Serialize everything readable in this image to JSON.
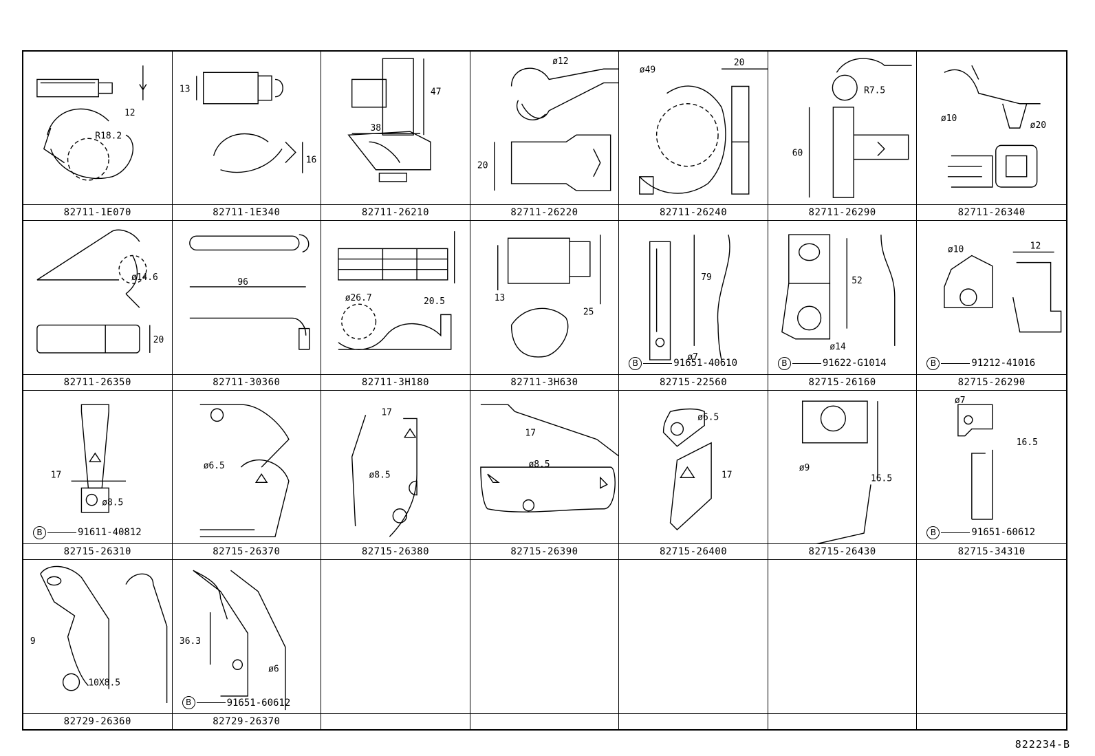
{
  "cells": [
    {
      "part": "82711-1E070",
      "dims": [
        "12",
        "R18.2"
      ]
    },
    {
      "part": "82711-1E340",
      "dims": [
        "13",
        "16"
      ]
    },
    {
      "part": "82711-26210",
      "dims": [
        "47",
        "38"
      ]
    },
    {
      "part": "82711-26220",
      "dims": [
        "ø12",
        "20"
      ]
    },
    {
      "part": "82711-26240",
      "dims": [
        "ø49",
        "20"
      ]
    },
    {
      "part": "82711-26290",
      "dims": [
        "R7.5",
        "60"
      ]
    },
    {
      "part": "82711-26340",
      "dims": [
        "ø10",
        "ø20"
      ]
    },
    {
      "part": "82711-26350",
      "dims": [
        "ø14.6",
        "20"
      ]
    },
    {
      "part": "82711-30360",
      "dims": [
        "96"
      ]
    },
    {
      "part": "82711-3H180",
      "dims": [
        "ø26.7",
        "20.5"
      ]
    },
    {
      "part": "82711-3H630",
      "dims": [
        "13",
        "25"
      ]
    },
    {
      "part": "82715-22560",
      "dims": [
        "79",
        "ø7"
      ],
      "bolt": "91651-40610"
    },
    {
      "part": "82715-26160",
      "dims": [
        "52",
        "ø14"
      ],
      "bolt": "91622-G1014"
    },
    {
      "part": "82715-26290",
      "dims": [
        "ø10",
        "12"
      ],
      "bolt": "91212-41016"
    },
    {
      "part": "82715-26310",
      "dims": [
        "17",
        "ø8.5"
      ],
      "bolt": "91611-40812"
    },
    {
      "part": "82715-26370",
      "dims": [
        "ø6.5"
      ]
    },
    {
      "part": "82715-26380",
      "dims": [
        "17",
        "ø8.5"
      ]
    },
    {
      "part": "82715-26390",
      "dims": [
        "17",
        "ø8.5"
      ]
    },
    {
      "part": "82715-26400",
      "dims": [
        "ø6.5",
        "17"
      ]
    },
    {
      "part": "82715-26430",
      "dims": [
        "ø9",
        "16.5"
      ]
    },
    {
      "part": "82715-34310",
      "dims": [
        "ø7",
        "16.5"
      ],
      "bolt": "91651-60612"
    },
    {
      "part": "82729-26360",
      "dims": [
        "9",
        "10X8.5"
      ]
    },
    {
      "part": "82729-26370",
      "dims": [
        "36.3",
        "ø6"
      ],
      "bolt": "91651-60612"
    },
    {
      "part": ""
    },
    {
      "part": ""
    },
    {
      "part": ""
    },
    {
      "part": ""
    },
    {
      "part": ""
    }
  ],
  "bolt_symbol": "B",
  "figure_ref": "822234-B"
}
